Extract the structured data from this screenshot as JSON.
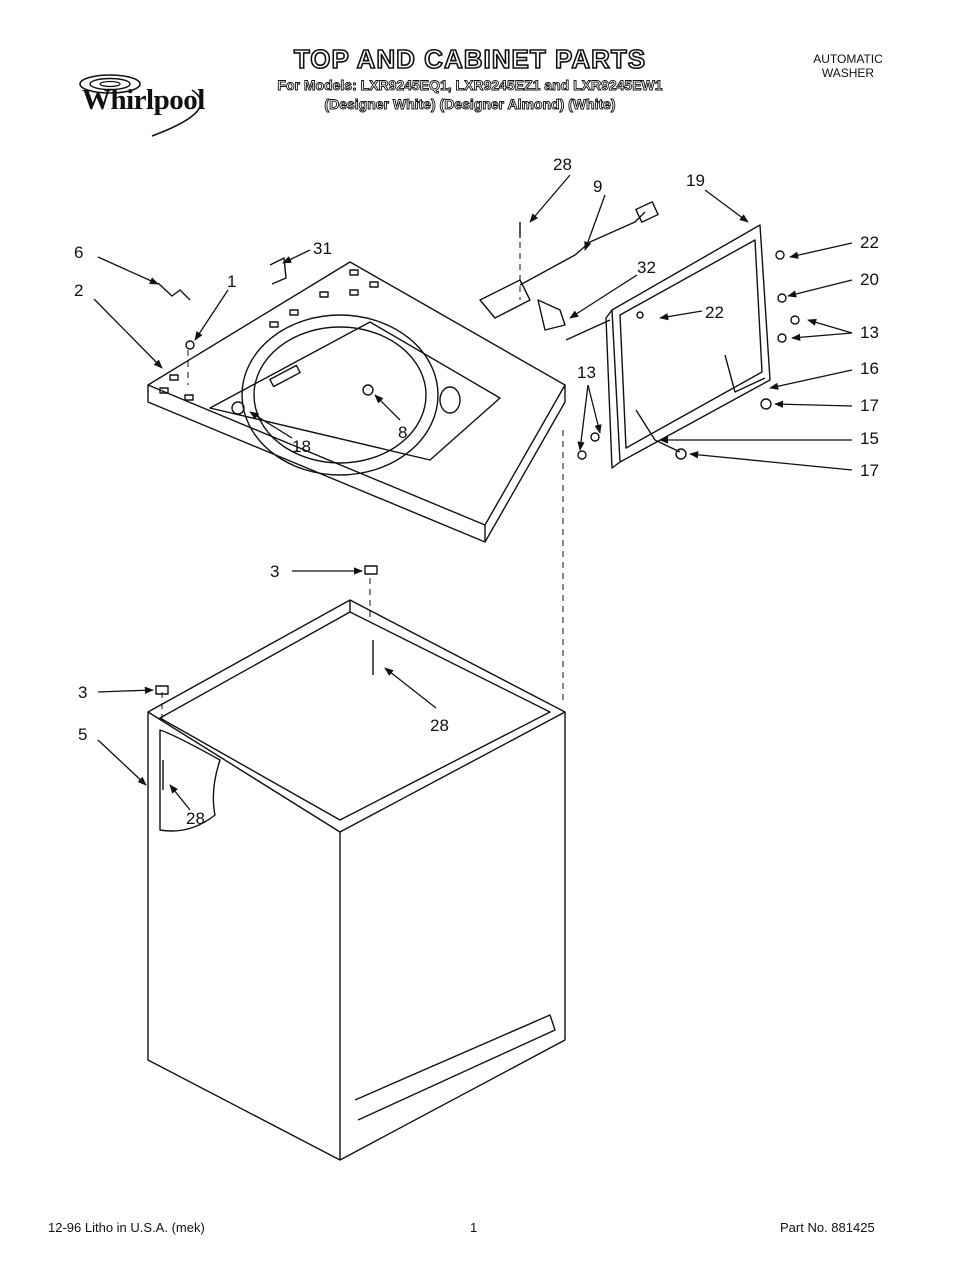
{
  "header": {
    "brand": "Whirlpool",
    "title": "TOP AND CABINET PARTS",
    "models_line": "For Models: LXR9245EQ1, LXR9245EZ1 and LXR9245EW1",
    "colors_line": "(Designer White)  (Designer Almond)  (White)",
    "product_line1": "AUTOMATIC",
    "product_line2": "WASHER"
  },
  "callouts": {
    "c28a": "28",
    "c9": "9",
    "c19": "19",
    "c6": "6",
    "c31": "31",
    "c1": "1",
    "c2": "2",
    "c32": "32",
    "c22a": "22",
    "c22b": "22",
    "c20": "20",
    "c13a": "13",
    "c13b": "13",
    "c16": "16",
    "c17a": "17",
    "c15": "15",
    "c17b": "17",
    "c18": "18",
    "c8": "8",
    "c3a": "3",
    "c28b": "28",
    "c3b": "3",
    "c5": "5",
    "c28c": "28"
  },
  "footer": {
    "litho": "12-96 Litho in U.S.A. (mek)",
    "page": "1",
    "part_no": "Part No. 881425"
  },
  "colors": {
    "ink": "#111111",
    "paper": "#ffffff"
  }
}
